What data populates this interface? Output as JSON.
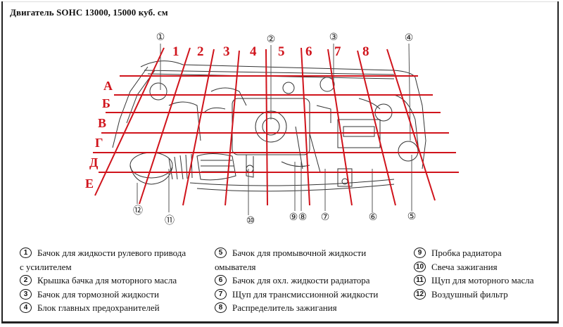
{
  "title": "Двигатель SOHC 13000, 15000 куб. см",
  "colors": {
    "grid_red": "#d0141c",
    "drawing": "#333333",
    "border": "#222222"
  },
  "grid": {
    "columns": [
      "1",
      "2",
      "3",
      "4",
      "5",
      "6",
      "7",
      "8"
    ],
    "rows": [
      "А",
      "Б",
      "В",
      "Г",
      "Д",
      "Е"
    ]
  },
  "callouts": {
    "top": [
      "①",
      "②",
      "③",
      "④"
    ],
    "bottom": [
      "⑫",
      "⑪",
      "⑩",
      "⑨",
      "⑧",
      "⑦",
      "⑥",
      "⑤"
    ]
  },
  "legend": {
    "col1": [
      {
        "num": "1",
        "label": "Бачок для жидкости рулевого привода",
        "cont": "с усилителем"
      },
      {
        "num": "2",
        "label": "Крышка бачка для моторного масла"
      },
      {
        "num": "3",
        "label": "Бачок для тормозной жидкости"
      },
      {
        "num": "4",
        "label": "Блок главных предохранителей"
      }
    ],
    "col2": [
      {
        "num": "5",
        "label": "Бачок для промывочной жидкости",
        "cont": "омывателя"
      },
      {
        "num": "6",
        "label": "Бачок для охл. жидкости радиатора"
      },
      {
        "num": "7",
        "label": "Щуп для трансмиссионной жидкости"
      },
      {
        "num": "8",
        "label": "Распределитель зажигания"
      }
    ],
    "col3": [
      {
        "num": "9",
        "label": "Пробка радиатора"
      },
      {
        "num": "10",
        "label": "Свеча зажигания"
      },
      {
        "num": "11",
        "label": "Щуп для моторного масла"
      },
      {
        "num": "12",
        "label": "Воздушный фильтр"
      }
    ]
  }
}
